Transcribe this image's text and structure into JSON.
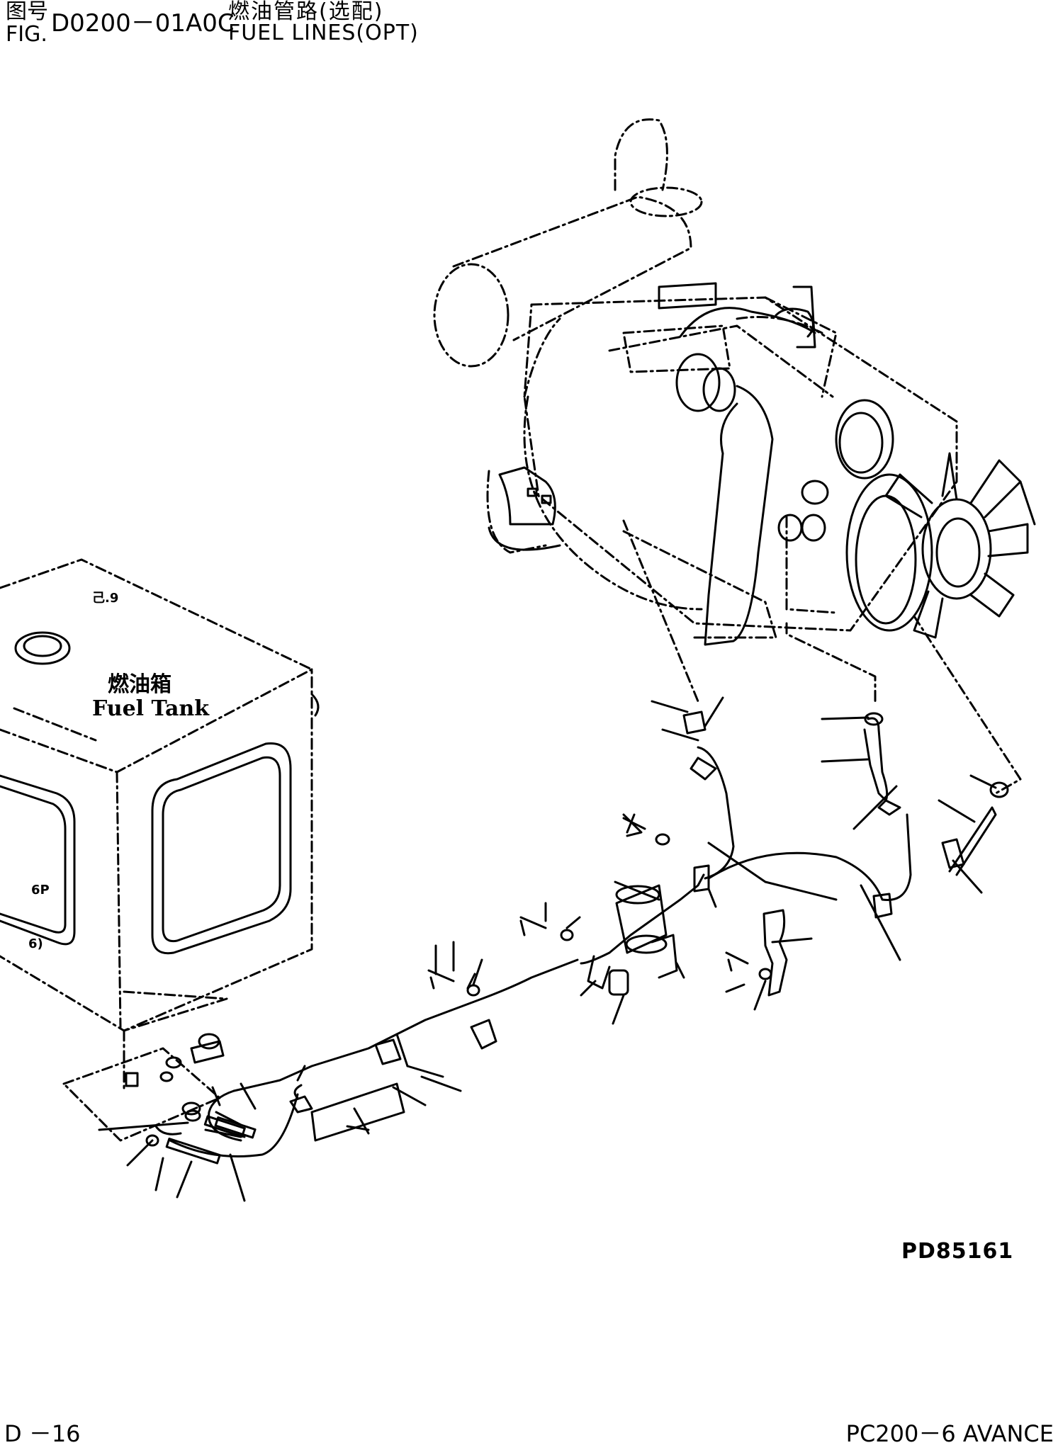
{
  "header": {
    "fig_label_cn": "图号",
    "fig_label_en": "FIG.",
    "fig_code": "D0200－01A0C",
    "title_cn": "燃油管路(选配)",
    "title_en": "FUEL LINES(OPT)"
  },
  "diagram": {
    "tank_label_cn": "燃油箱",
    "tank_label_en": "Fuel Tank",
    "tank_marks": [
      "己.9",
      "6P",
      "6)"
    ],
    "ref_code": "PD85161"
  },
  "footer": {
    "page_number": "D －16",
    "model": "PC200－6 AVANCE"
  }
}
